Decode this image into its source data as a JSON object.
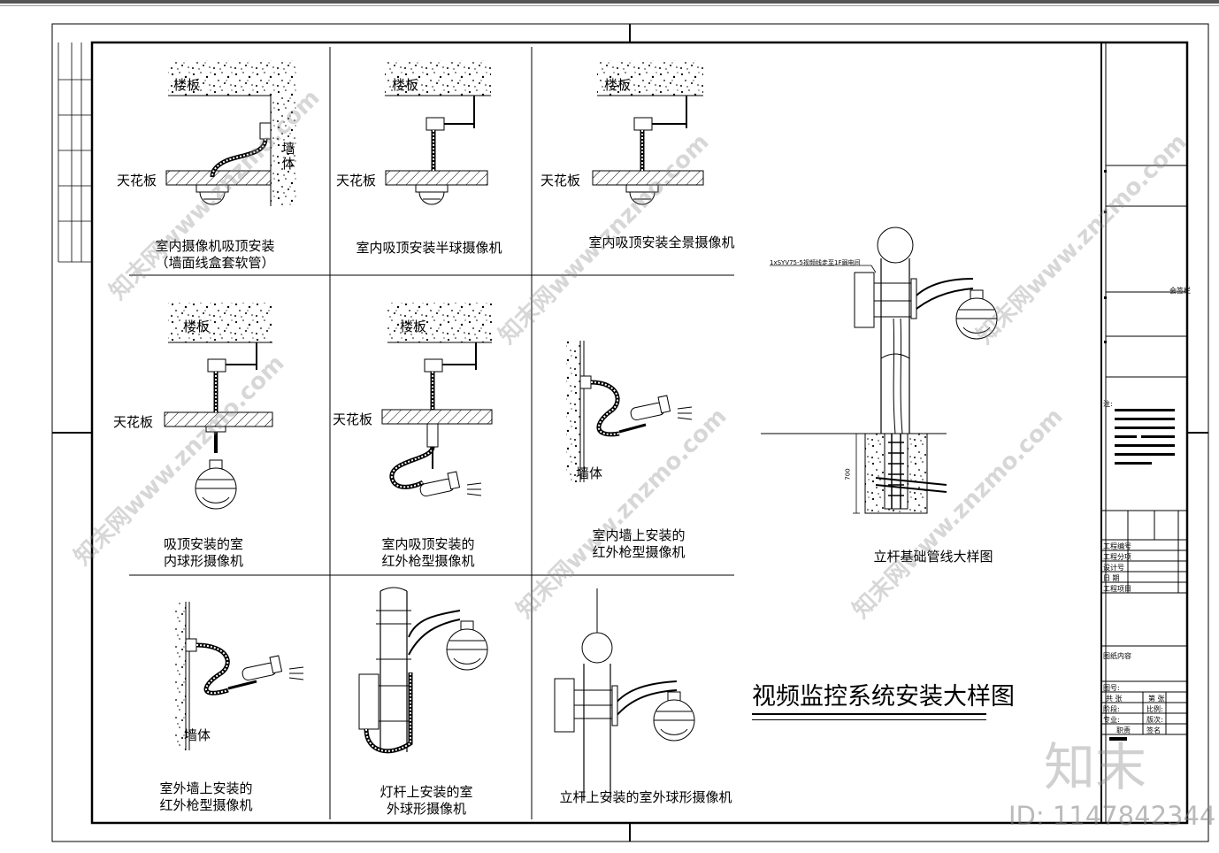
{
  "drawing": {
    "title": "视频监控系统安装大样图",
    "labels": {
      "slab": "楼板",
      "ceiling": "天花板",
      "wall": "墙体",
      "wall_vertical": "墙\n体"
    },
    "captions": {
      "c1": "室内摄像机吸顶安装\n（墙面线盒套软管）",
      "c2": "室内吸顶安装半球摄像机",
      "c3": "室内吸顶安装全景摄像机",
      "c4": "吸顶安装的室\n内球形摄像机",
      "c5": "室内吸顶安装的\n红外枪型摄像机",
      "c6": "室内墙上安装的\n红外枪型摄像机",
      "c7": "室外墙上安装的\n红外枪型摄像机",
      "c8": "灯杆上安装的室\n外球形摄像机",
      "c9": "立杆上安装的室外球形摄像机",
      "c10": "立杆基础管线大样图"
    },
    "pole_note": "1xSYV75-5视频线走至1F弱电间",
    "dim": "700"
  },
  "title_block": {
    "rows": [
      "工程编号",
      "工程分项",
      "设计号",
      "日   期",
      "工程项目",
      "图纸内容",
      "图号:",
      "共        张",
      "第        张",
      "阶段:",
      "比例:",
      "专业:",
      "版次:",
      "职责",
      "签名"
    ],
    "notes": "注:",
    "stamp": "会签栏"
  },
  "watermarks": {
    "site": "知末网www.znzmo.com",
    "brand": "知末",
    "id": "ID: 1147842344"
  }
}
